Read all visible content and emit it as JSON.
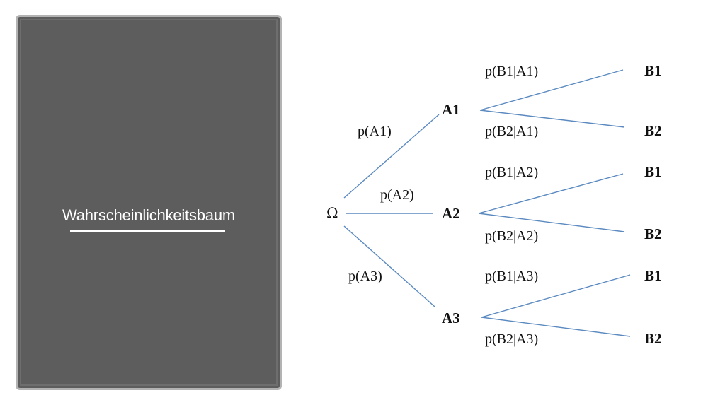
{
  "panel": {
    "title": "Wahrscheinlichkeitsbaum"
  },
  "tree": {
    "root": "Ω",
    "level1": [
      {
        "node": "A1",
        "edge_label": "p(A1)"
      },
      {
        "node": "A2",
        "edge_label": "p(A2)"
      },
      {
        "node": "A3",
        "edge_label": "p(A3)"
      }
    ],
    "level2": [
      {
        "node": "B1",
        "edge_label": "p(B1|A1)"
      },
      {
        "node": "B2",
        "edge_label": "p(B2|A1)"
      },
      {
        "node": "B1",
        "edge_label": "p(B1|A2)"
      },
      {
        "node": "B2",
        "edge_label": "p(B2|A2)"
      },
      {
        "node": "B1",
        "edge_label": "p(B1|A3)"
      },
      {
        "node": "B2",
        "edge_label": "p(B2|A3)"
      }
    ]
  },
  "colors": {
    "panel_background": "#5d5d5d",
    "panel_border": "#b3b3b3",
    "edge": "#5b8ac0",
    "text": "#111111"
  }
}
